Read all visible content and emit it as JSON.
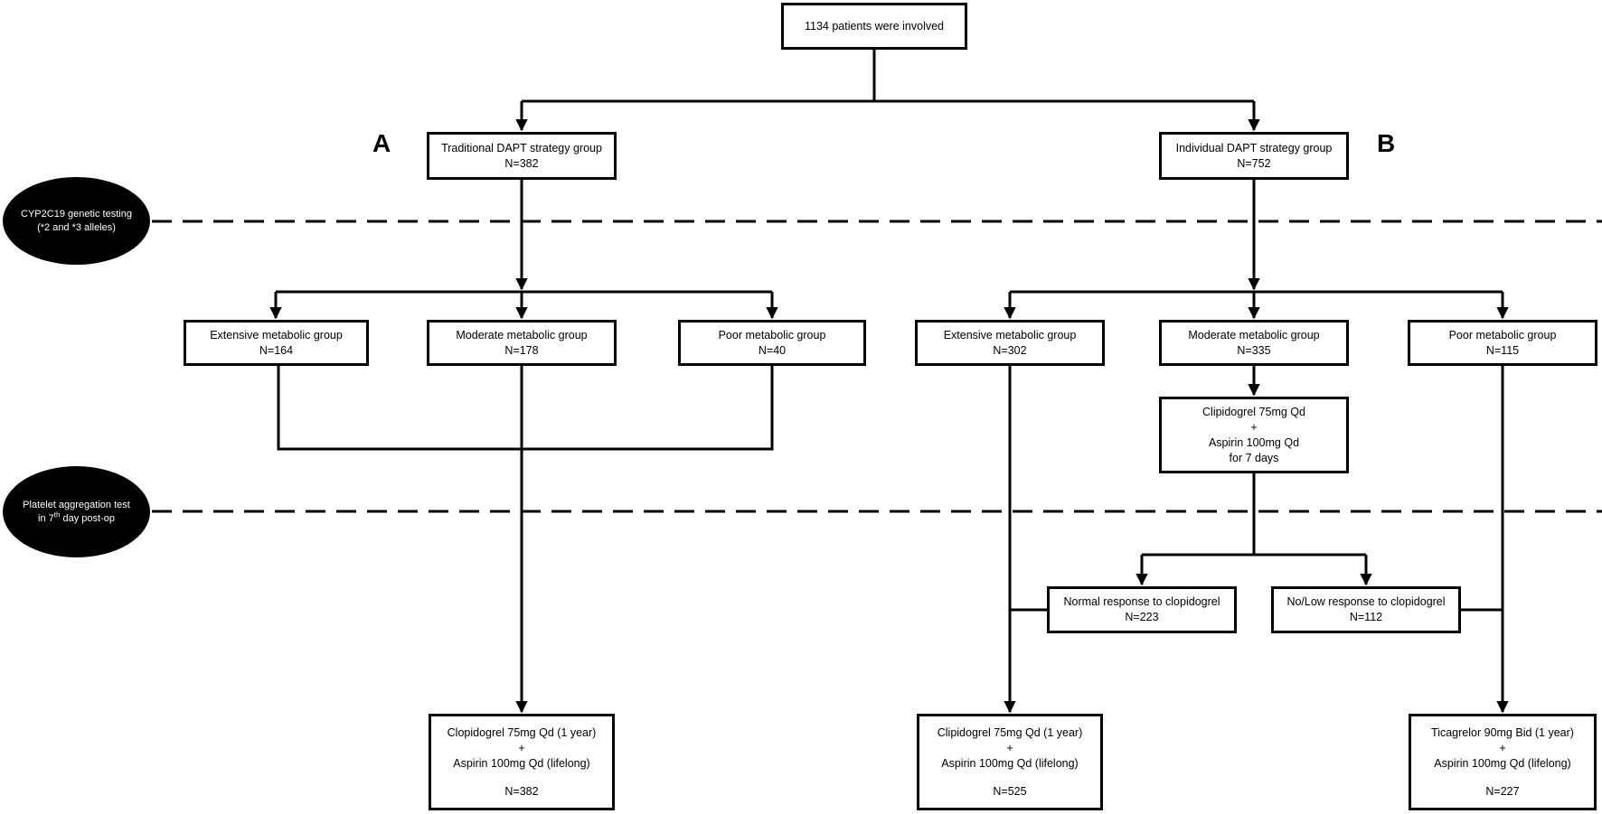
{
  "top": {
    "label": "1134 patients were involved"
  },
  "panels": {
    "a": "A",
    "b": "B"
  },
  "ovals": {
    "genetic": {
      "line1": "CYP2C19 genetic testing",
      "line2": "(*2 and *3 alleles)"
    },
    "platelet": {
      "line1": "Platelet aggregation test",
      "line2_pre": "in 7",
      "line2_sup": "th",
      "line2_post": " day post-op"
    }
  },
  "group_a": {
    "header": {
      "title": "Traditional DAPT strategy group",
      "n": "N=382"
    },
    "extensive": {
      "title": "Extensive metabolic group",
      "n": "N=164"
    },
    "moderate": {
      "title": "Moderate metabolic group",
      "n": "N=178"
    },
    "poor": {
      "title": "Poor metabolic group",
      "n": "N=40"
    },
    "outcome": {
      "line1": "Clopidogrel 75mg Qd (1 year)",
      "plus": "+",
      "line2": "Aspirin 100mg Qd (lifelong)",
      "n": "N=382"
    }
  },
  "group_b": {
    "header": {
      "title": "Individual DAPT strategy group",
      "n": "N=752"
    },
    "extensive": {
      "title": "Extensive metabolic group",
      "n": "N=302"
    },
    "moderate": {
      "title": "Moderate metabolic group",
      "n": "N=335"
    },
    "poor": {
      "title": "Poor metabolic group",
      "n": "N=115"
    },
    "trial": {
      "line1": "Clipidogrel 75mg Qd",
      "plus": "+",
      "line2": "Aspirin 100mg Qd",
      "line3": "for 7 days"
    },
    "normal": {
      "title": "Normal response to clopidogrel",
      "n": "N=223"
    },
    "low": {
      "title": "No/Low response to clopidogrel",
      "n": "N=112"
    },
    "outcome_clop": {
      "line1": "Clipidogrel 75mg Qd (1 year)",
      "plus": "+",
      "line2": "Aspirin 100mg Qd (lifelong)",
      "n": "N=525"
    },
    "outcome_tica": {
      "line1": "Ticagrelor 90mg Bid (1 year)",
      "plus": "+",
      "line2": "Aspirin 100mg Qd (lifelong)",
      "n": "N=227"
    }
  }
}
